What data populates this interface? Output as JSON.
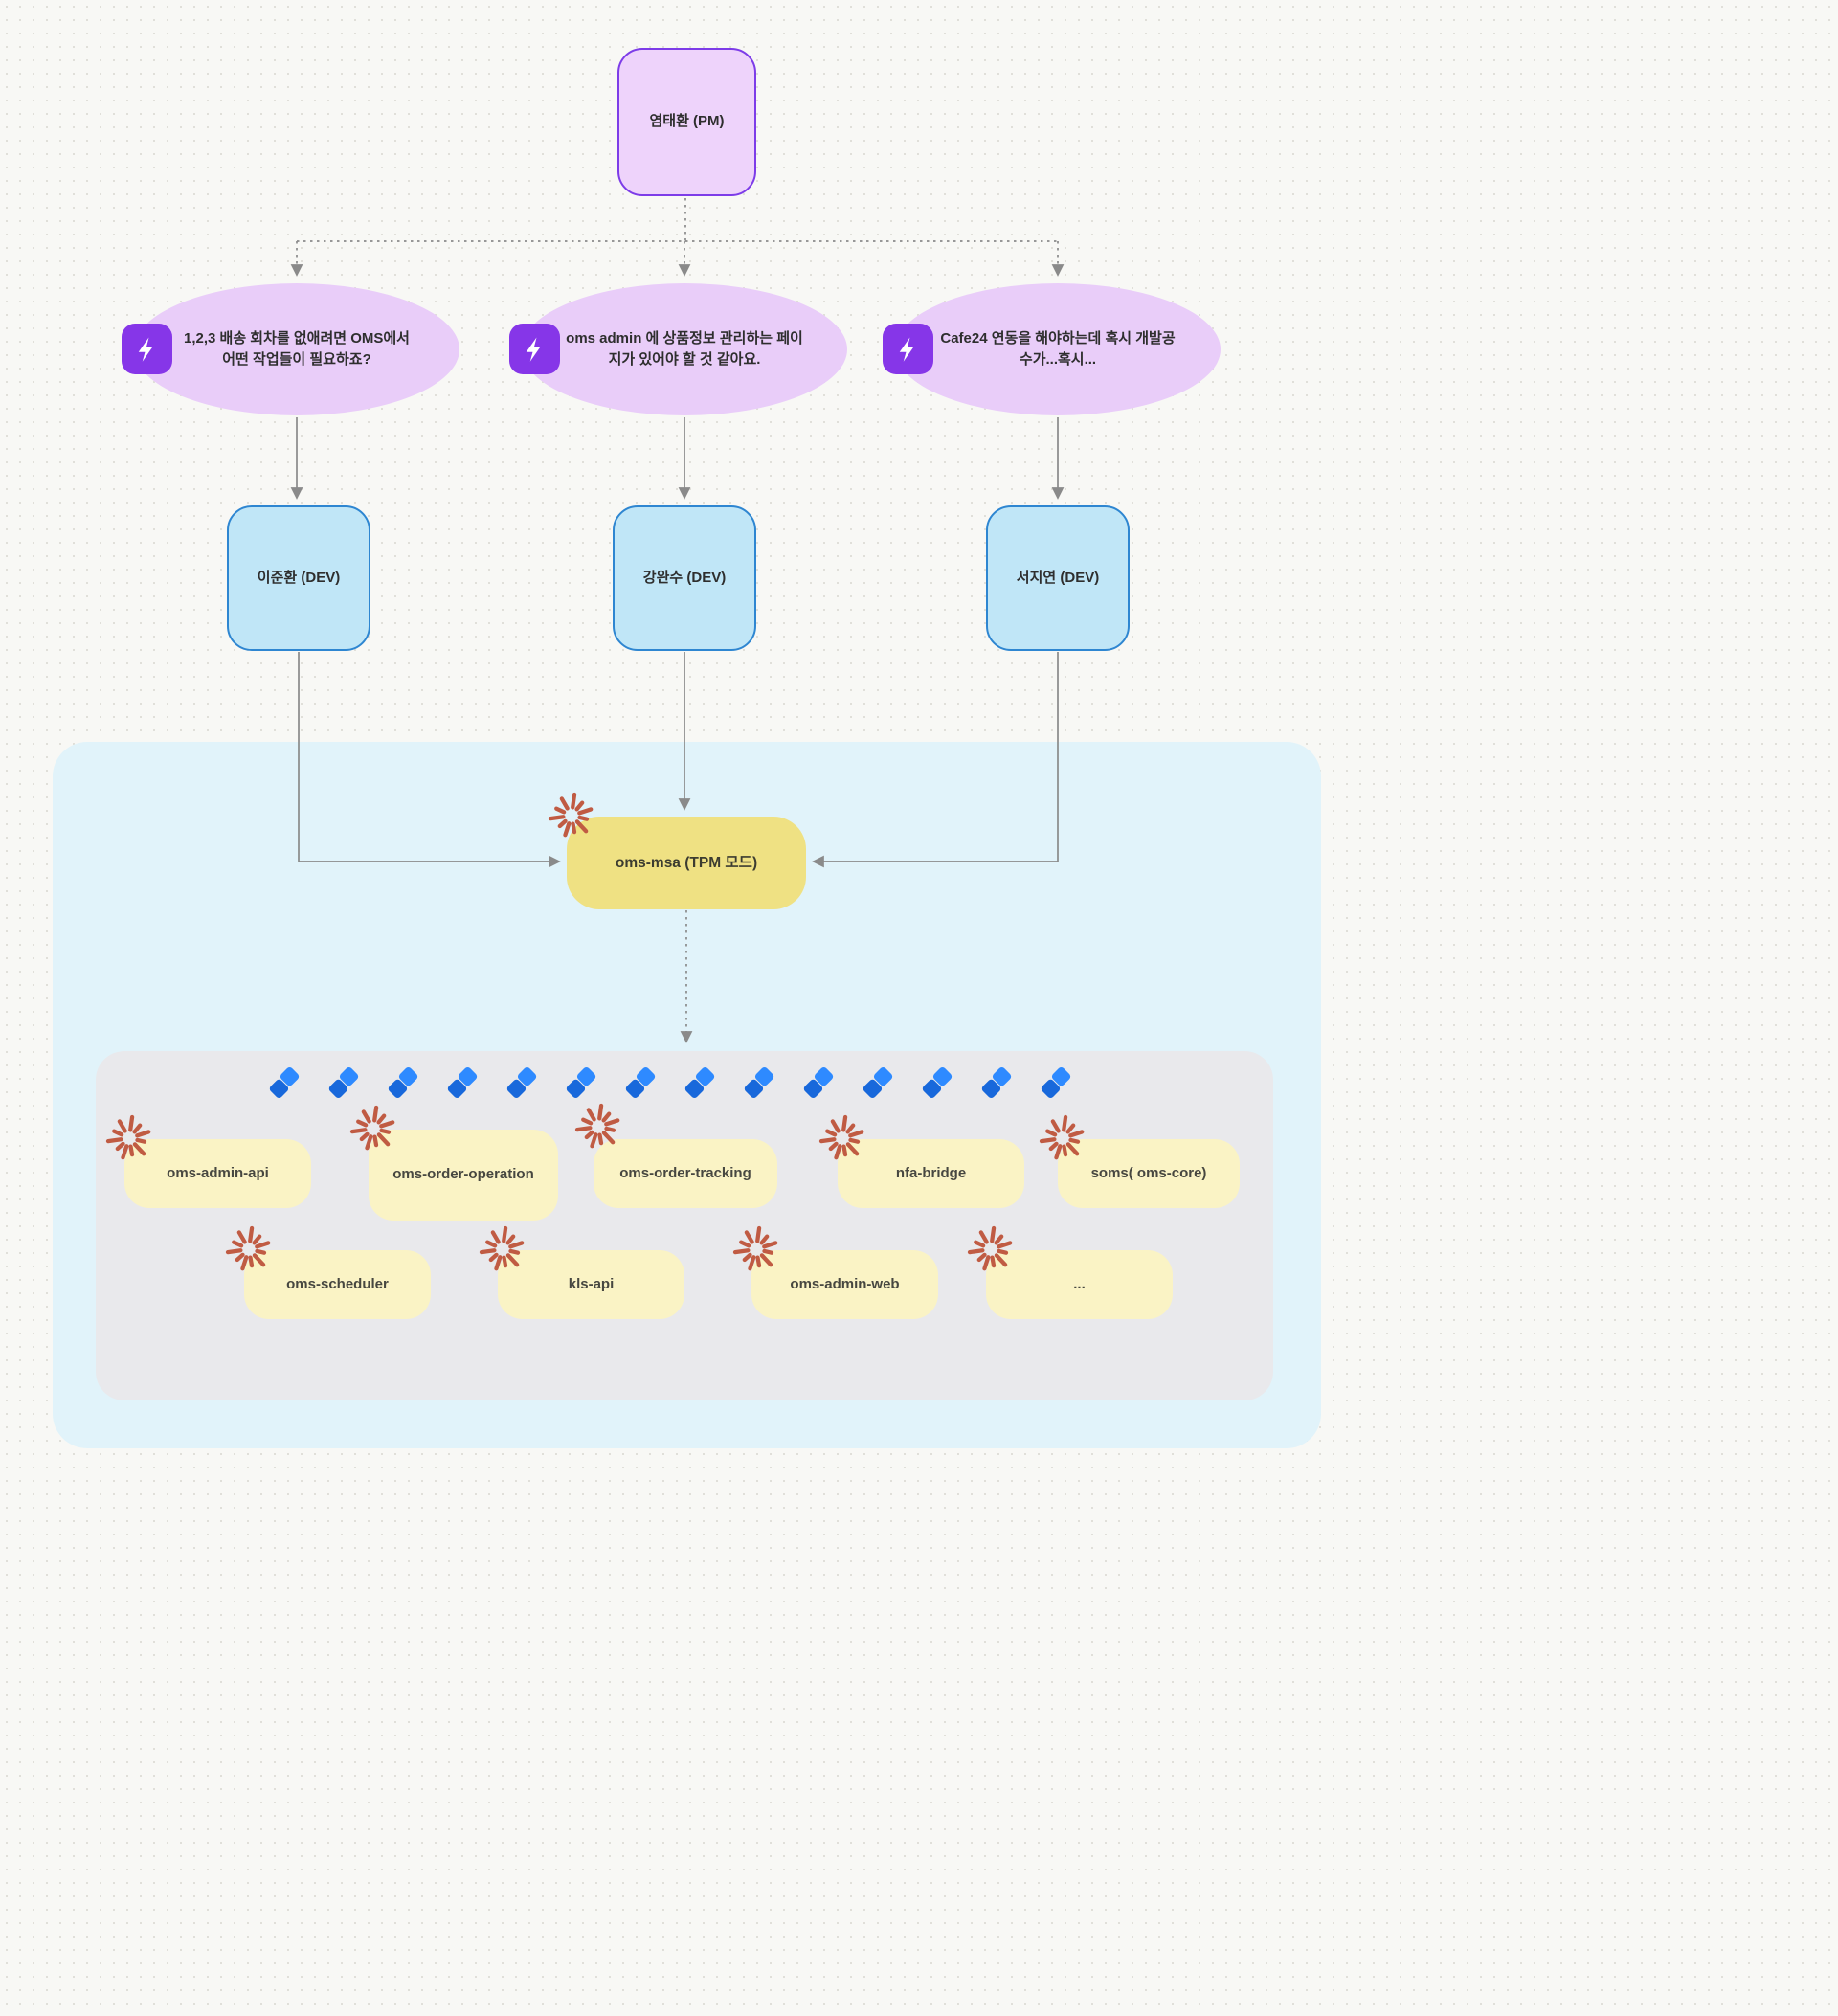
{
  "pm": {
    "label": "염태환 (PM)"
  },
  "questions": [
    {
      "icon": "lightning-bolt",
      "label": "1,2,3 배송 회차를 없애려면 OMS에서 어떤 작업들이 필요하죠?"
    },
    {
      "icon": "lightning-bolt",
      "label": "oms admin 에 상품정보 관리하는 페이지가 있어야 할 것 같아요."
    },
    {
      "icon": "lightning-bolt",
      "label": "Cafe24 연동을 해야하는데 혹시 개발공수가...혹시..."
    }
  ],
  "developers": [
    {
      "label": "이준환 (DEV)"
    },
    {
      "label": "강완수 (DEV)"
    },
    {
      "label": "서지연 (DEV)"
    }
  ],
  "tpm_node": {
    "icon": "starburst",
    "label": "oms-msa (TPM 모드)"
  },
  "repos": {
    "row1": [
      {
        "icon": "starburst",
        "label": "oms-admin-api"
      },
      {
        "icon": "starburst",
        "label": "oms-order-operation"
      },
      {
        "icon": "starburst",
        "label": "oms-order-tracking"
      },
      {
        "icon": "starburst",
        "label": "nfa-bridge"
      },
      {
        "icon": "starburst",
        "label": "soms( oms-core)"
      }
    ],
    "row2": [
      {
        "icon": "starburst",
        "label": "oms-scheduler"
      },
      {
        "icon": "starburst",
        "label": "kls-api"
      },
      {
        "icon": "starburst",
        "label": "oms-admin-web"
      },
      {
        "icon": "starburst",
        "label": "..."
      }
    ]
  },
  "jira_icons": {
    "name": "jira-icon",
    "count": 14
  },
  "colors": {
    "pm_fill": "#eed3fb",
    "pm_border": "#7d3ce8",
    "question_fill": "#e9cdf9",
    "lightning_badge": "#8636e8",
    "dev_fill": "#c0e6f7",
    "dev_border": "#2e86d1",
    "tpm_fill": "#efe183",
    "panel_blue": "#e1f3fa",
    "panel_gray": "#e9e9ec",
    "repo_fill": "#faf3c5",
    "starburst": "#c05b43",
    "jira_blue_dark": "#1868db",
    "jira_blue_light": "#2e8aff",
    "connector": "#8a8a8a"
  }
}
